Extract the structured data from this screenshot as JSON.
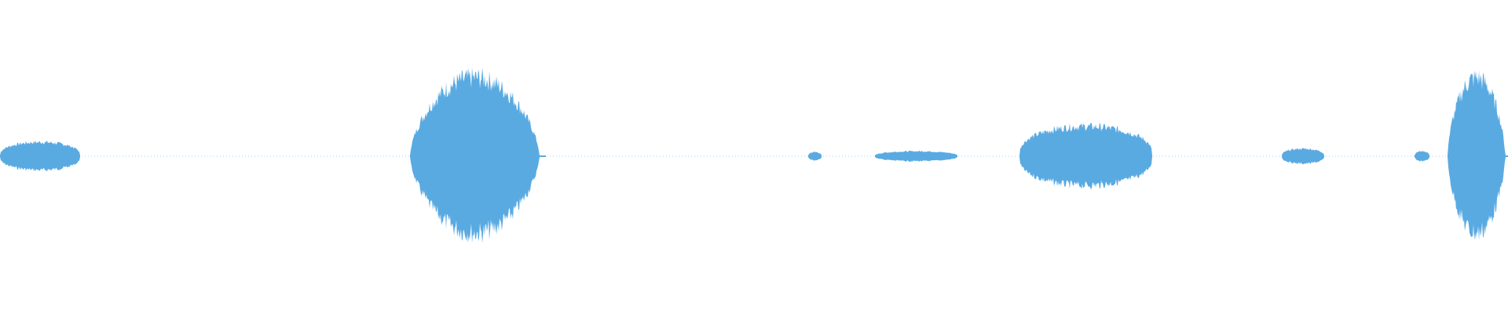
{
  "waveform": {
    "color": "#5aaae2",
    "background": "#ffffff",
    "segments": [
      {
        "start": 0.0,
        "end": 0.053,
        "level": 0.17
      },
      {
        "start": 0.272,
        "end": 0.362,
        "level": 0.95
      },
      {
        "start": 0.536,
        "end": 0.545,
        "level": 0.05
      },
      {
        "start": 0.58,
        "end": 0.635,
        "level": 0.06
      },
      {
        "start": 0.676,
        "end": 0.764,
        "level": 0.36
      },
      {
        "start": 0.85,
        "end": 0.878,
        "level": 0.09
      },
      {
        "start": 0.938,
        "end": 0.948,
        "level": 0.06
      },
      {
        "start": 0.96,
        "end": 1.0,
        "level": 0.95
      }
    ]
  }
}
